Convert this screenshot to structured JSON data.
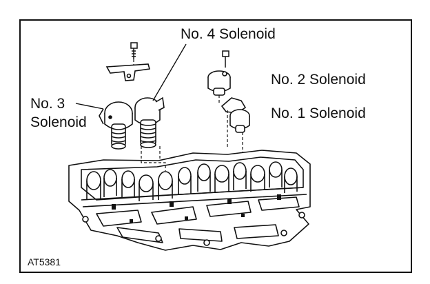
{
  "labels": {
    "no4": "No. 4 Solenoid",
    "no2": "No. 2 Solenoid",
    "no1": "No. 1 Solenoid",
    "no3_line1": "No. 3",
    "no3_line2": "Solenoid"
  },
  "figure_code": "AT5381",
  "colors": {
    "ink": "#111111",
    "paper": "#ffffff",
    "shade": "#d8d8d8"
  }
}
